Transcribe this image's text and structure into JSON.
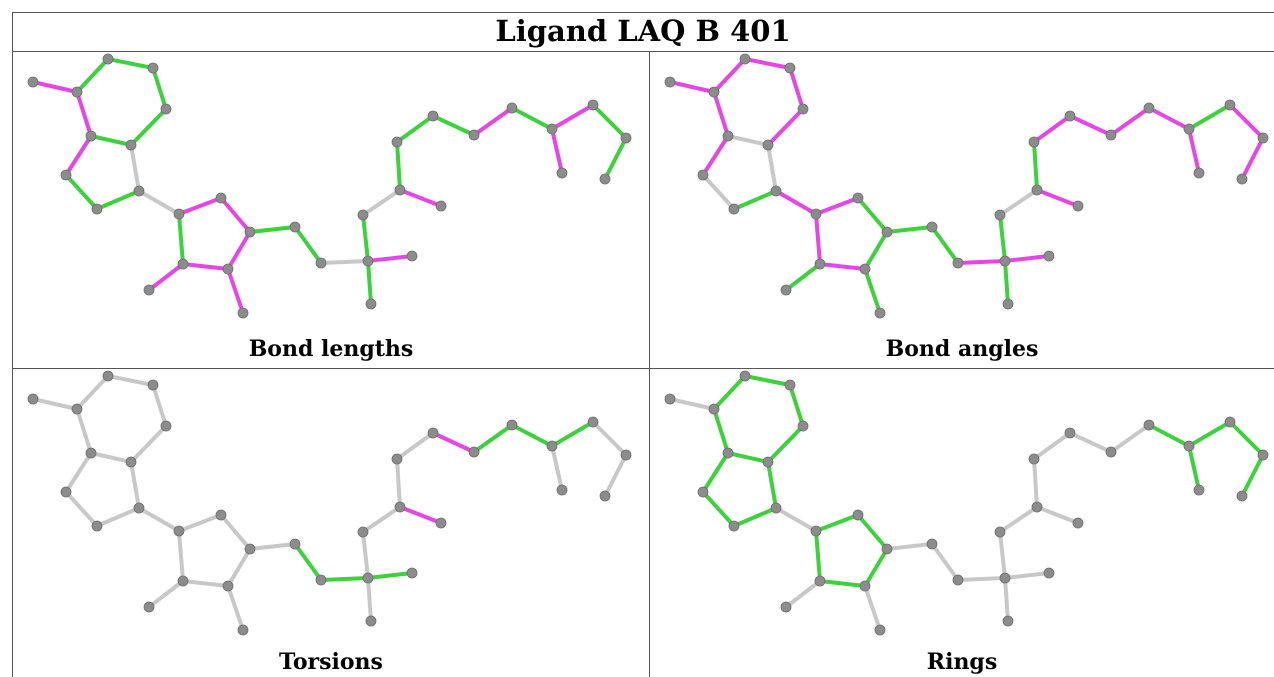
{
  "title": "Ligand LAQ B 401",
  "colors": {
    "atom": "#8c8c8c",
    "bond_default": "#c8c8c8",
    "bond_ok": "#3cd23c",
    "bond_outlier": "#e646e6",
    "border": "#555555"
  },
  "panels": [
    {
      "caption": "Bond lengths",
      "bond_colors": [
        "pink",
        "green",
        "green",
        "green",
        "green",
        "green",
        "pink",
        "pink",
        "green",
        "green",
        "gray",
        "gray",
        "pink",
        "pink",
        "pink",
        "pink",
        "green",
        "pink",
        "pink",
        "green",
        "green",
        "gray",
        "pink",
        "green",
        "green",
        "gray",
        "pink",
        "green",
        "green",
        "green",
        "pink",
        "green",
        "pink",
        "green",
        "green",
        "pink"
      ]
    },
    {
      "caption": "Bond angles",
      "bond_colors": [
        "pink",
        "pink",
        "pink",
        "pink",
        "pink",
        "gray",
        "pink",
        "pink",
        "gray",
        "green",
        "gray",
        "pink",
        "pink",
        "green",
        "green",
        "pink",
        "pink",
        "green",
        "green",
        "green",
        "green",
        "pink",
        "pink",
        "green",
        "green",
        "gray",
        "pink",
        "green",
        "pink",
        "pink",
        "pink",
        "pink",
        "green",
        "pink",
        "pink",
        "pink"
      ]
    },
    {
      "caption": "Torsions",
      "bond_colors": [
        "gray",
        "gray",
        "gray",
        "gray",
        "gray",
        "gray",
        "gray",
        "gray",
        "gray",
        "gray",
        "gray",
        "gray",
        "gray",
        "gray",
        "gray",
        "gray",
        "gray",
        "gray",
        "gray",
        "gray",
        "green",
        "green",
        "green",
        "gray",
        "gray",
        "gray",
        "pink",
        "gray",
        "gray",
        "pink",
        "green",
        "green",
        "green",
        "gray",
        "gray",
        "gray"
      ]
    },
    {
      "caption": "Rings",
      "bond_colors": [
        "gray",
        "green",
        "green",
        "green",
        "green",
        "green",
        "green",
        "green",
        "green",
        "green",
        "green",
        "gray",
        "green",
        "green",
        "green",
        "green",
        "green",
        "gray",
        "gray",
        "gray",
        "gray",
        "gray",
        "gray",
        "gray",
        "gray",
        "gray",
        "gray",
        "gray",
        "gray",
        "gray",
        "gray",
        "green",
        "green",
        "green",
        "green",
        "green"
      ]
    }
  ]
}
